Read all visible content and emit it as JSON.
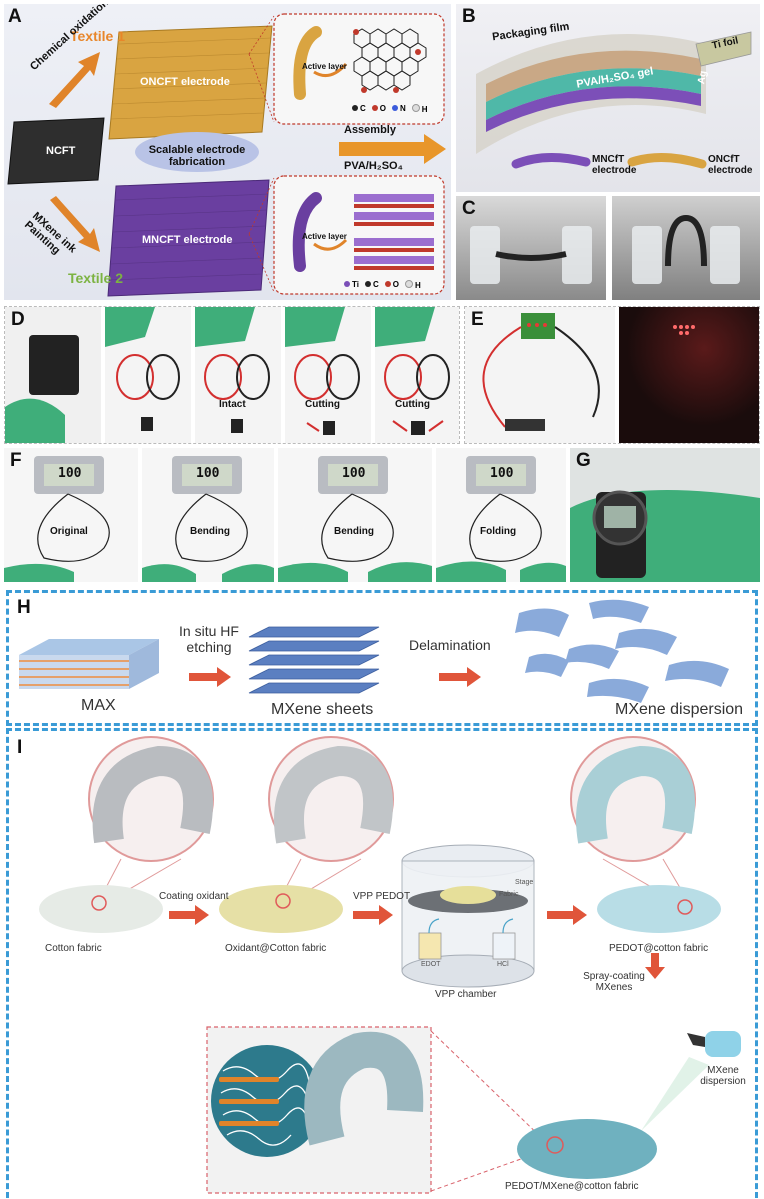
{
  "panels": {
    "A": {
      "label": "A",
      "textile1": "Textile 1",
      "textile2": "Textile 2",
      "chemical_oxidation": "Chemical oxidation",
      "mxene_painting": "MXene ink Painting",
      "oncft": "ONCFT electrode",
      "ncft": "NCFT",
      "mncft": "MNCFT electrode",
      "scalable": "Scalable electrode fabrication",
      "assembly": "Assembly",
      "pva": "PVA/H₂SO₄",
      "active1": "Active layer",
      "active2": "Active layer",
      "legend1": [
        "C",
        "O",
        "N",
        "H"
      ],
      "legend2": [
        "Ti",
        "C",
        "O",
        "H"
      ]
    },
    "B": {
      "label": "B",
      "packaging": "Packaging film",
      "ti_foil": "Ti foil",
      "ag": "Ag",
      "gel": "PVA/H₂SO₄ gel",
      "mncft": "MNCfT electrode",
      "oncft": "ONCfT electrode"
    },
    "C": {
      "label": "C"
    },
    "D": {
      "label": "D",
      "intact": "Intact",
      "cutting1": "Cutting",
      "cutting2": "Cutting"
    },
    "E": {
      "label": "E"
    },
    "F": {
      "label": "F",
      "original": "Original",
      "bending1": "Bending",
      "bending2": "Bending",
      "folding": "Folding",
      "clock": "100"
    },
    "G": {
      "label": "G"
    },
    "H": {
      "label": "H",
      "step1": "In situ HF etching",
      "step2": "Delamination",
      "max": "MAX",
      "sheets": "MXene sheets",
      "dispersion": "MXene dispersion"
    },
    "I": {
      "label": "I",
      "coating": "Coating oxidant",
      "vpp": "VPP PEDOT",
      "cotton": "Cotton fabric",
      "oxidant": "Oxidant@Cotton fabric",
      "chamber": "VPP chamber",
      "stage": "Stage",
      "fabric": "Fabric",
      "edot": "EDOT",
      "hcl": "HCl",
      "pedot": "PEDOT@cotton fabric",
      "spray": "Spray-coating MXenes",
      "mxene_disp": "MXene dispersion",
      "final": "PEDOT/MXene@cotton fabric"
    }
  },
  "colors": {
    "oncft": "#d9a441",
    "ncft": "#2e2e2e",
    "mncft": "#6a3fa0",
    "arrow": "#e0842a",
    "textile1": "#e8862a",
    "textile2": "#7cb342",
    "dash": "#3a9bd6",
    "glove": "#3fae7a"
  }
}
